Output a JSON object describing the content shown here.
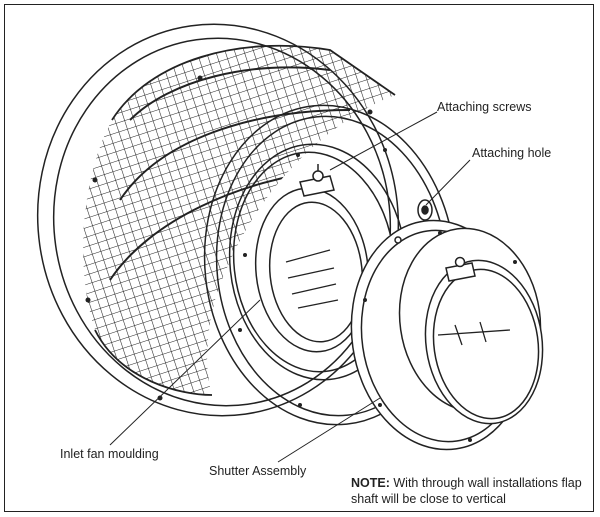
{
  "labels": {
    "attaching_screws": "Attaching screws",
    "attaching_hole": "Attaching hole",
    "inlet_fan_moulding": "Inlet fan moulding",
    "shutter_assembly": "Shutter Assembly"
  },
  "note": {
    "prefix": "NOTE:",
    "text": "With through wall installations flap shaft will be close to vertical"
  },
  "colors": {
    "line": "#222222",
    "background": "#ffffff"
  }
}
